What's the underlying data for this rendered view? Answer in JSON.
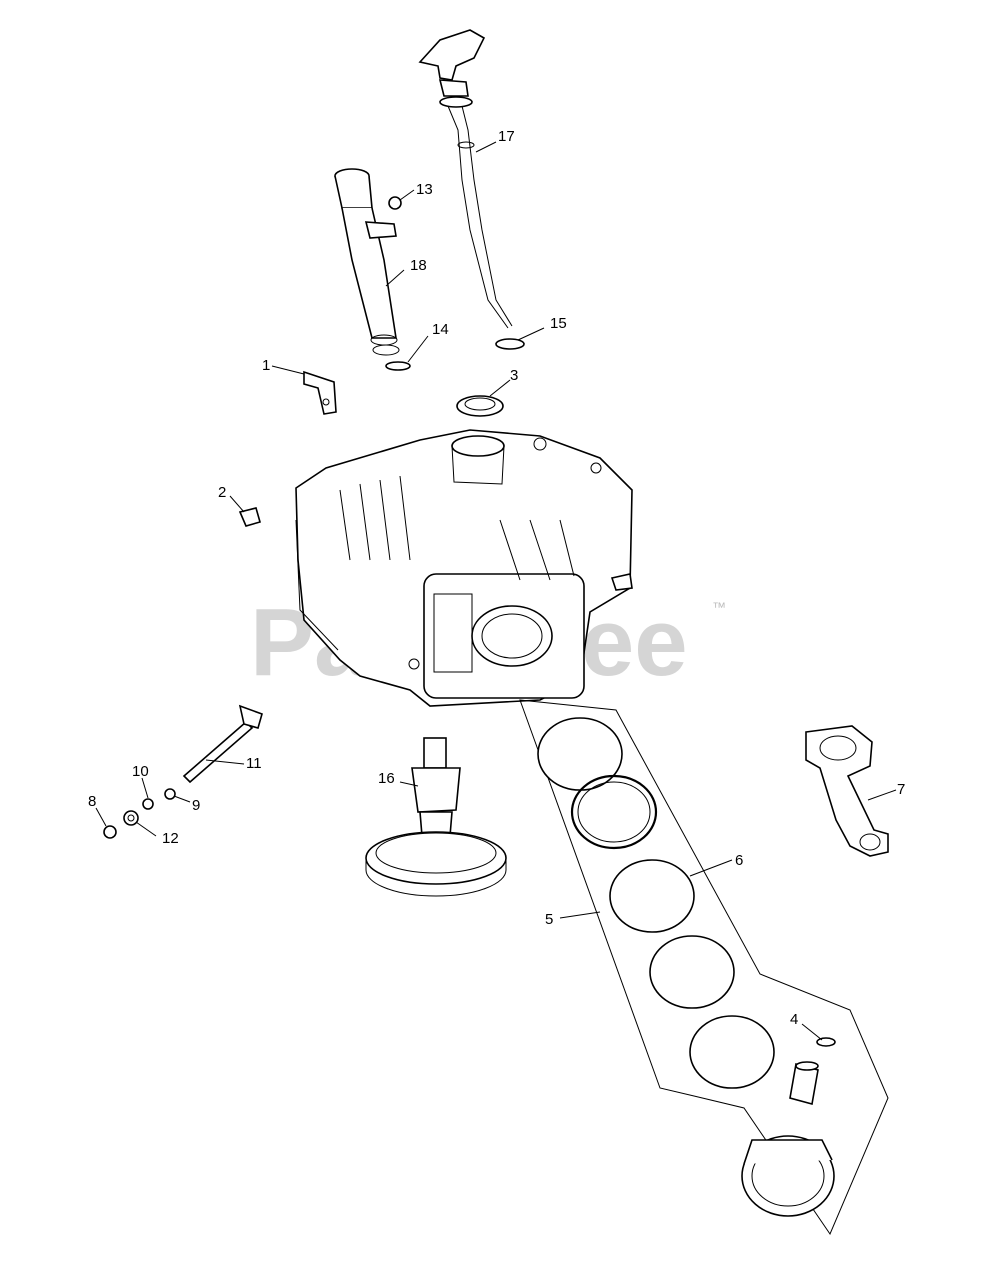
{
  "watermark": {
    "text": "PartsTree",
    "trademark": "™"
  },
  "callouts": {
    "c1": "1",
    "c2": "2",
    "c3": "3",
    "c4": "4",
    "c5": "5",
    "c6": "6",
    "c7": "7",
    "c8": "8",
    "c9": "9",
    "c10": "10",
    "c11": "11",
    "c12": "12",
    "c13": "13",
    "c14": "14",
    "c15": "15",
    "c16": "16",
    "c17": "17",
    "c18": "18"
  }
}
